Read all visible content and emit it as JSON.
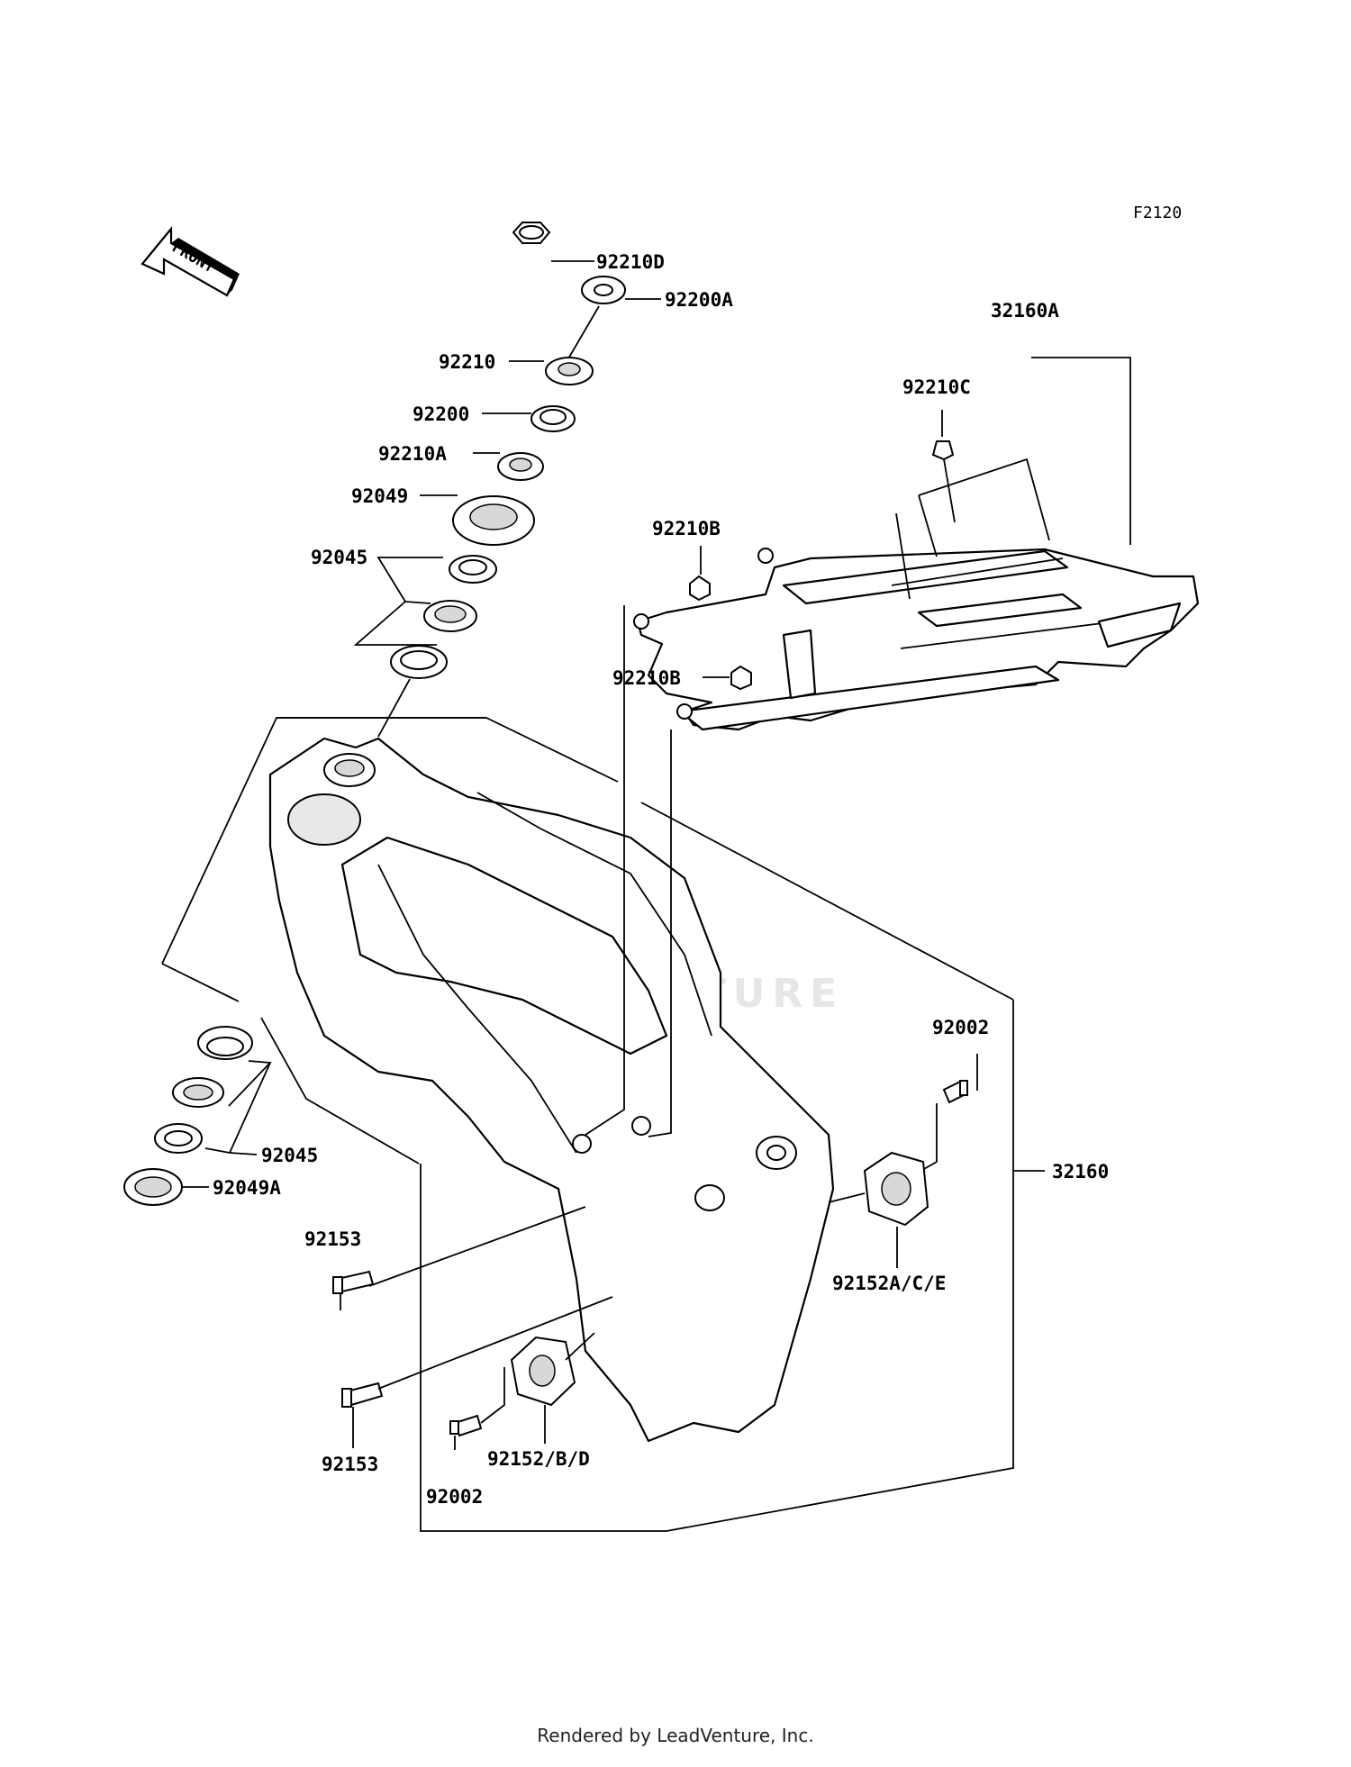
{
  "diagram_code": "F2120",
  "front_arrow": "FRONT",
  "watermark": "LEADVENTURE",
  "footer": "Rendered by LeadVenture, Inc.",
  "labels": {
    "p92210D": "92210D",
    "p92200A": "92200A",
    "p92210": "92210",
    "p92200": "92200",
    "p92210A": "92210A",
    "p92049": "92049",
    "p92045_top": "92045",
    "p92210B_top": "92210B",
    "p92210B_mid": "92210B",
    "p32160A": "32160A",
    "p92210C": "92210C",
    "p92002_right": "92002",
    "p32160": "32160",
    "p92152ACE": "92152A/C/E",
    "p92045_bot": "92045",
    "p92049A": "92049A",
    "p92153_top": "92153",
    "p92153_bot": "92153",
    "p92152BD": "92152/B/D",
    "p92002_bot": "92002"
  }
}
